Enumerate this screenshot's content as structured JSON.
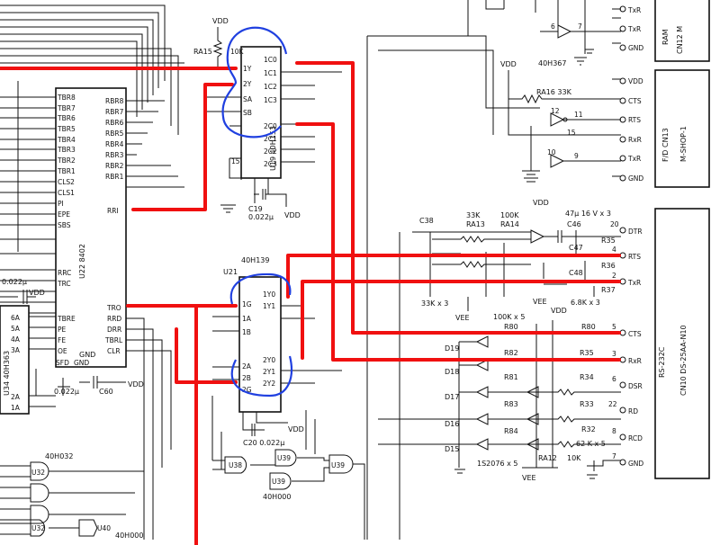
{
  "colors": {
    "wire": "#111111",
    "highlight_path": "#f01010",
    "highlight_circle": "#2040e0",
    "background": "#ffffff"
  },
  "chips": {
    "u19": {
      "name": "U19 40H153",
      "left_pins": [
        "1Y",
        "2Y",
        "SA",
        "SB"
      ],
      "right_pins": [
        "1C0",
        "1C1",
        "1C2",
        "1C3",
        "2C0",
        "2C1",
        "2C2",
        "2C3"
      ]
    },
    "u22": {
      "name": "U22 8402",
      "left_pins": [
        "TBR8",
        "TBR7",
        "TBR6",
        "TBR5",
        "TBR4",
        "TBR3",
        "TBR2",
        "TBR1",
        "CLS2",
        "CLS1",
        "PI",
        "EPE",
        "SBS",
        "RRC",
        "TRC",
        "TBRE",
        "PE",
        "FE",
        "OE",
        "SFD",
        "GND"
      ],
      "right_pins": [
        "RBR8",
        "RBR7",
        "RBR6",
        "RBR5",
        "RBR4",
        "RBR3",
        "RBR2",
        "RBR1",
        "RRI",
        "TRO",
        "RRD",
        "DRR",
        "TBRL",
        "CLR"
      ]
    },
    "u21": {
      "name": "U21",
      "type": "40H139",
      "left_pins": [
        "1G",
        "1A",
        "1B",
        "2A",
        "2B",
        "2G"
      ],
      "right_pins": [
        "1Y0",
        "1Y1",
        "2Y0",
        "2Y1",
        "2Y2"
      ]
    },
    "u34": {
      "name": "U34 40H363",
      "pins": [
        "6A",
        "5A",
        "4A",
        "3A",
        "2A",
        "1A"
      ]
    }
  },
  "labels": {
    "vdd": "VDD",
    "vee": "VEE",
    "gnd": "GND",
    "ra15": "RA15",
    "ra16": "RA16 33K",
    "ra13": "RA13",
    "ra14": "RA14",
    "k33": "33K",
    "k100": "100K",
    "k33x3": "33K x 3",
    "k100x5": "100K x 5",
    "c19": "C19",
    "c19v": "0.022μ",
    "c20": "C20 0.022μ",
    "c60": "C60",
    "c60v": "0.022μ",
    "c0022": "0.022μ",
    "c38": "C38",
    "c46": "C46",
    "c47": "C47",
    "c48": "C48",
    "c47spec": "47μ 16 V x 3",
    "r35": "R35",
    "r36": "R36",
    "r37": "R37",
    "r34": "R34",
    "r33": "R33",
    "r32": "R32",
    "r80": "R80",
    "r81": "R81",
    "r82": "R82",
    "r83": "R83",
    "k68x3": "6.8K x 3",
    "k62x5": "62 K x 5",
    "ra12": "RA12",
    "k10": "10K",
    "d15": "D15",
    "d16": "D16",
    "d17": "D17",
    "d18": "D18",
    "d19": "D19",
    "diodes": "1S2076 x 5",
    "h367": "40H367",
    "h032": "40H032",
    "h000a": "40H000",
    "h000b": "40H000",
    "u32": "U32",
    "u38": "U38",
    "u39": "U39",
    "u40": "U40",
    "ram": "RAM",
    "cn12": "CN12 M",
    "fdcn13": "F/D CN13",
    "mshop": "M-SHOP-1",
    "rs232c": "RS-232C",
    "cn10": "CN10 DS-25AA-N10"
  },
  "connectors": {
    "top": [
      "TxR",
      "TxR",
      "GND"
    ],
    "fd": [
      "VDD",
      "CTS",
      "RTS",
      "RxR",
      "TxR",
      "GND"
    ],
    "rs232": [
      {
        "name": "DTR",
        "pin": "20"
      },
      {
        "name": "RTS",
        "pin": "4"
      },
      {
        "name": "TxR",
        "pin": "2"
      },
      {
        "name": "CTS",
        "pin": "5"
      },
      {
        "name": "RxR",
        "pin": "3"
      },
      {
        "name": "DSR",
        "pin": "6"
      },
      {
        "name": "RD",
        "pin": "22"
      },
      {
        "name": "RCD",
        "pin": "8"
      },
      {
        "name": "GND",
        "pin": "7"
      }
    ]
  }
}
